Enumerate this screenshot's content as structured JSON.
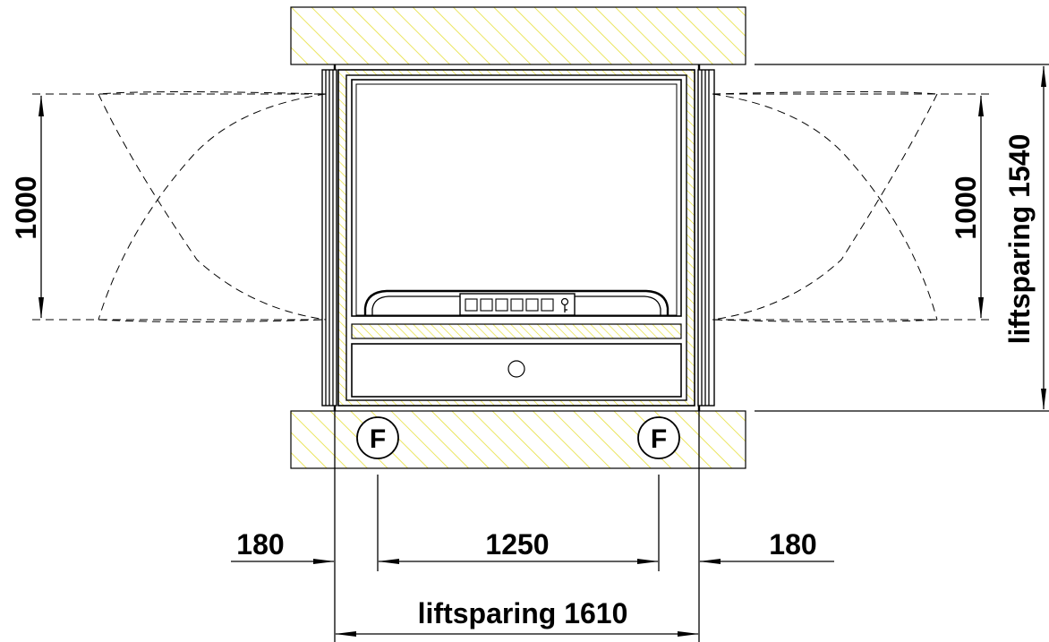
{
  "colors": {
    "hatch": "#e6df3a",
    "line": "#000000",
    "background": "#ffffff"
  },
  "dimensions": {
    "left_door_opening": "1000",
    "right_door_opening": "1000",
    "shaft_depth": "liftsparing 1540",
    "left_offset": "180",
    "rail_spacing": "1250",
    "right_offset": "180",
    "shaft_width": "liftsparing 1610"
  },
  "markers": {
    "left_fixing": "F",
    "right_fixing": "F"
  },
  "control_panel": {
    "button_count": 6,
    "icon": "key-icon"
  }
}
